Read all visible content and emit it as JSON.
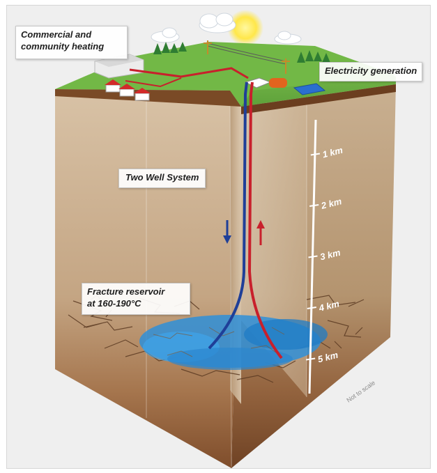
{
  "labels": {
    "heating_line1": "Commercial and",
    "heating_line2": "community heating",
    "electricity": "Electricity generation",
    "two_well": "Two Well System",
    "reservoir_line1": "Fracture reservoir",
    "reservoir_line2": "at 160-190°C",
    "not_to_scale": "Not to scale"
  },
  "depth_scale": {
    "ticks": [
      {
        "label": "1 km",
        "km": 1
      },
      {
        "label": "2 km",
        "km": 2
      },
      {
        "label": "3 km",
        "km": 3
      },
      {
        "label": "4 km",
        "km": 4
      },
      {
        "label": "5 km",
        "km": 5
      }
    ]
  },
  "colors": {
    "grass": "#6fb444",
    "earth_left": "#c9ab8a",
    "earth_right": "#b79a7b",
    "earth_deep": "#8a5a35",
    "injection_pipe": "#1f3f98",
    "production_pipe": "#c8202c",
    "reservoir_water": "#2f8fd8"
  },
  "icons": {
    "injection_arrow": "arrow-down",
    "production_arrow": "arrow-up"
  }
}
